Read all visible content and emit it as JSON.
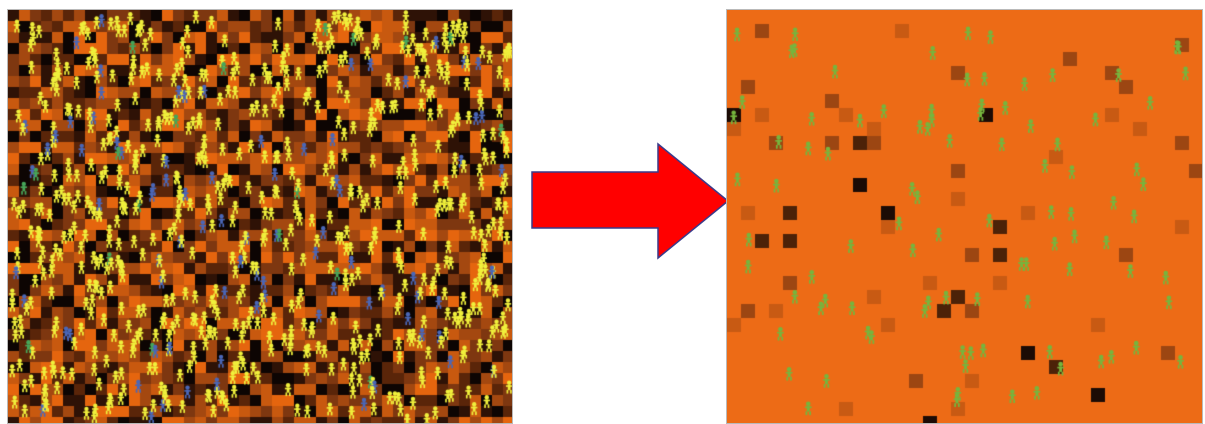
{
  "scenes": [
    {
      "id": "before",
      "description_state": "initial",
      "terrain_palette": [
        "#0d0503",
        "#2e1206",
        "#5a2509",
        "#7e3710",
        "#a44810",
        "#c8590f",
        "#e5650e"
      ],
      "agents": [
        {
          "role": "majority",
          "color": "#f0f03c"
        },
        {
          "role": "minority",
          "color": "#4a67b8"
        },
        {
          "role": "rare",
          "color": "#46a65a"
        }
      ]
    },
    {
      "id": "after",
      "description_state": "final",
      "terrain_palette": [
        "#ed6b16",
        "#c85a13",
        "#9c4612",
        "#4c2208",
        "#1c0b05"
      ],
      "agents": [
        {
          "role": "survivor",
          "color": "#76b53e"
        }
      ]
    }
  ],
  "arrow": {
    "fill": "#ff0000",
    "outline": "#3a3a8a"
  }
}
